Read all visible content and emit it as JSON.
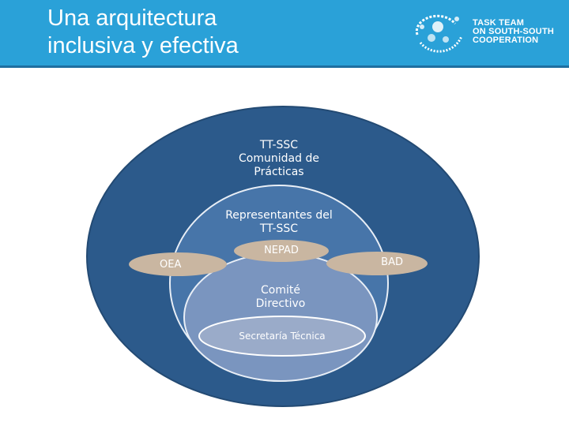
{
  "header": {
    "title_line1": "Una arquitectura",
    "title_line2": "inclusiva y efectiva",
    "background_color": "#2aa1d8"
  },
  "logo": {
    "icon": "globe-swirl-icon",
    "line1": "TASK TEAM",
    "line2": "ON SOUTH-SOUTH",
    "line3": "COOPERATION"
  },
  "diagram": {
    "outer_label_line1": "TT-SSC",
    "outer_label_line2": "Comunidad de",
    "outer_label_line3": "Prácticas",
    "middle_label_line1": "Representantes del",
    "middle_label_line2": "TT-SSC",
    "inner_label_line1": "Comité",
    "inner_label_line2": "Directivo",
    "core_label": "Secretaría Técnica",
    "pill_left": "OEA",
    "pill_center": "NEPAD",
    "pill_right": "BAD",
    "colors": {
      "outer": "#2c5a8b",
      "middle": "#4775a9",
      "inner": "#7a95bf",
      "core": "#9aabc9",
      "pill": "#c9b6a1"
    }
  }
}
